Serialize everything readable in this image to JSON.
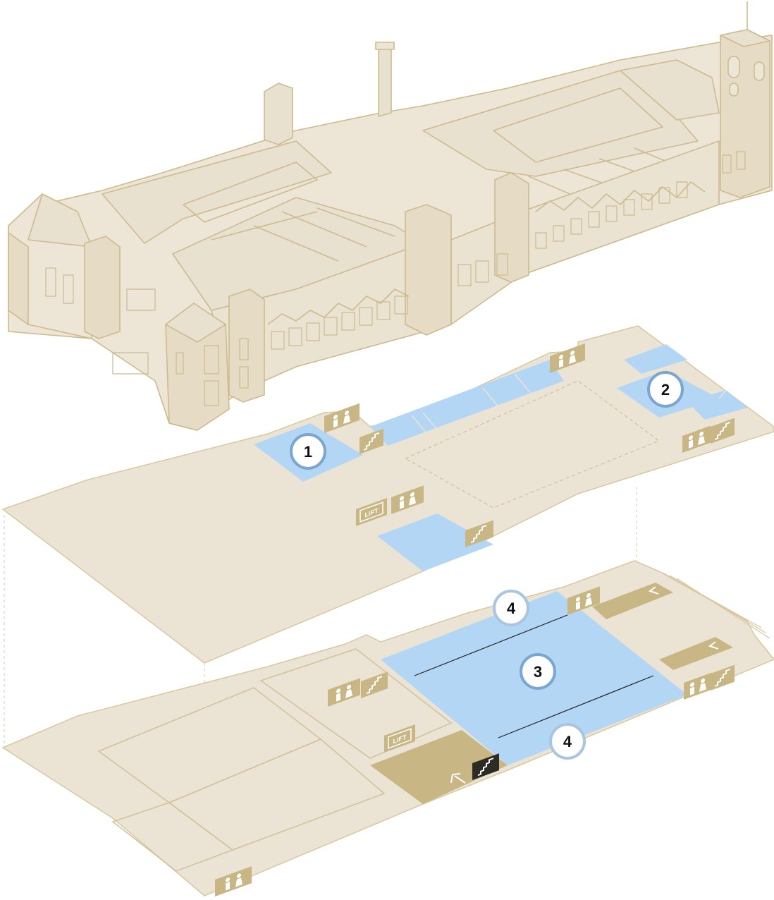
{
  "colors": {
    "building_fill": "#ede6d6",
    "building_stroke": "#cdbb8e",
    "floor_fill": "#ebe4d4",
    "floor_edge": "#d8c8a0",
    "highlight_blue": "#b3d6f4",
    "facility_tile": "#c8b784",
    "stair_dark": "#2e2a24",
    "marker_ring": "#7aa6cf",
    "marker_ring_light": "#aac5e0",
    "marker_fill": "#ffffff",
    "marker_text": "#111111"
  },
  "markers": [
    {
      "id": "marker-1",
      "label": "1"
    },
    {
      "id": "marker-2",
      "label": "2"
    },
    {
      "id": "marker-3",
      "label": "3"
    },
    {
      "id": "marker-4-top",
      "label": "4"
    },
    {
      "id": "marker-4-bottom",
      "label": "4"
    }
  ],
  "lift_labels": {
    "upper": "LIFT",
    "lower": "LIFT"
  },
  "icons": {
    "toilet": "toilet-icon",
    "stairs": "stairs-icon",
    "lift": "lift-icon",
    "entrance_arrow": "entrance-arrow-icon",
    "arrow_left": "arrow-left-icon"
  }
}
